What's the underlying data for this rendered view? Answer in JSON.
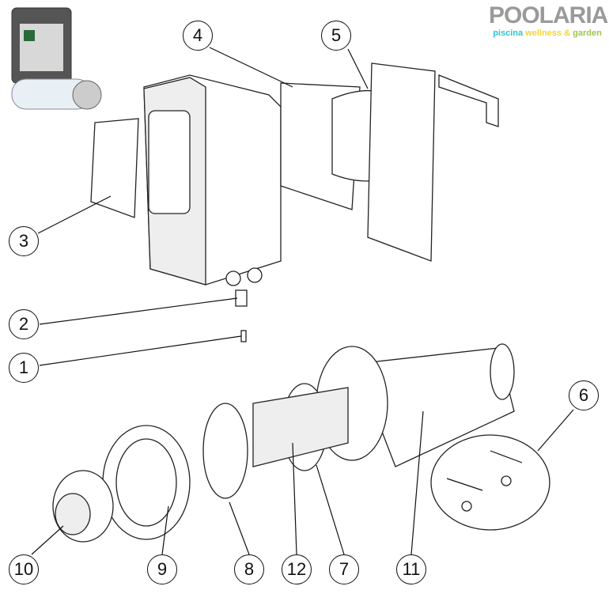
{
  "logo": {
    "brand": "POOLARIA",
    "tag1": "piscina",
    "tag2": "wellness",
    "tag3": "&",
    "tag4": "garden"
  },
  "callouts": [
    "1",
    "2",
    "3",
    "4",
    "5",
    "6",
    "7",
    "8",
    "9",
    "10",
    "11",
    "12"
  ]
}
